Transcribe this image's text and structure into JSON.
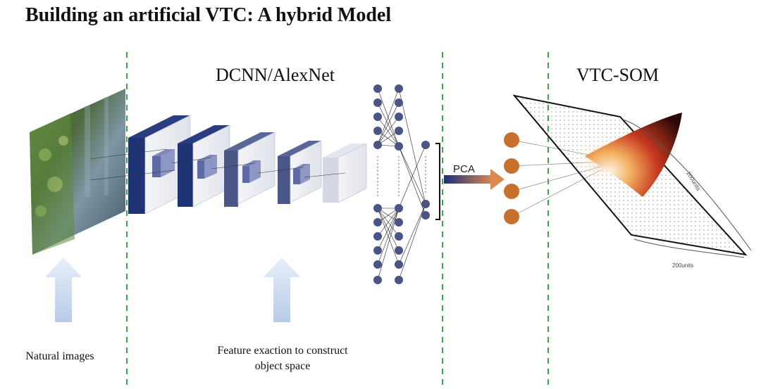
{
  "slide": {
    "title": "Building an artificial VTC: A hybrid Model"
  },
  "sections": {
    "dcnn_title": "DCNN/AlexNet",
    "som_title": "VTC-SOM"
  },
  "captions": {
    "natural_images": "Natural images",
    "feature_line1": "Feature exaction to construct",
    "feature_line2": "object space"
  },
  "labels": {
    "pca": "PCA",
    "som_dim_side": "200units",
    "som_dim_bottom": "200units"
  },
  "colors": {
    "divider": "#3aa84a",
    "cnn_dark": "#1f3374",
    "node": "#4a5585",
    "pca_node": "#c8712e",
    "up_arrow": "#c9d8ee"
  }
}
